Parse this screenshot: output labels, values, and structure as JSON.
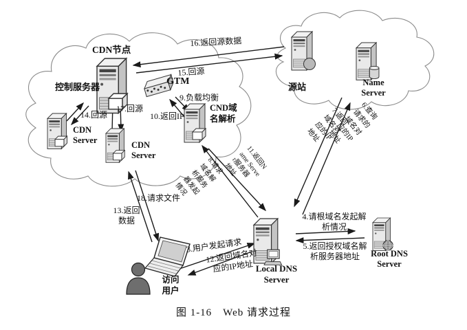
{
  "caption": "图 1-16　Web 请求过程",
  "nodes": {
    "cdn_node": "CDN节点",
    "control_server": "控制服务器",
    "gtm": "GTM",
    "cnd_dns": "CND域\n名解析",
    "cdn_server_left": "CDN\nServer",
    "cdn_server_mid": "CDN\nServer",
    "origin": "源站",
    "name_server": "Name\nServer",
    "root_dns": "Root DNS\nServer",
    "local_dns": "Local DNS\nServer",
    "user": "访问\n用户"
  },
  "edge_labels": {
    "e3": "3.用户发起请求",
    "e4": "4.请根域名发起解\n析情况",
    "e5": "5.返回授权域名解\n析服务器地址",
    "e6": "6.查询请求的域名对应的IP地址",
    "e7": "7.返回域名对应的IP地址",
    "e8": "8.请求域名解析服务器发起情况",
    "e9": "9.负载均衡",
    "e10": "10.返回IP",
    "e11": "11.返回Name Server服务器地址",
    "e12": "12.返回域名对\n应的IP地址",
    "e13": "13.返回\n数据",
    "e14": "14.回源",
    "e15": "15.回源",
    "e16": "16.返回源数据",
    "e17": "17.回源",
    "e18": "18.请求文件"
  }
}
